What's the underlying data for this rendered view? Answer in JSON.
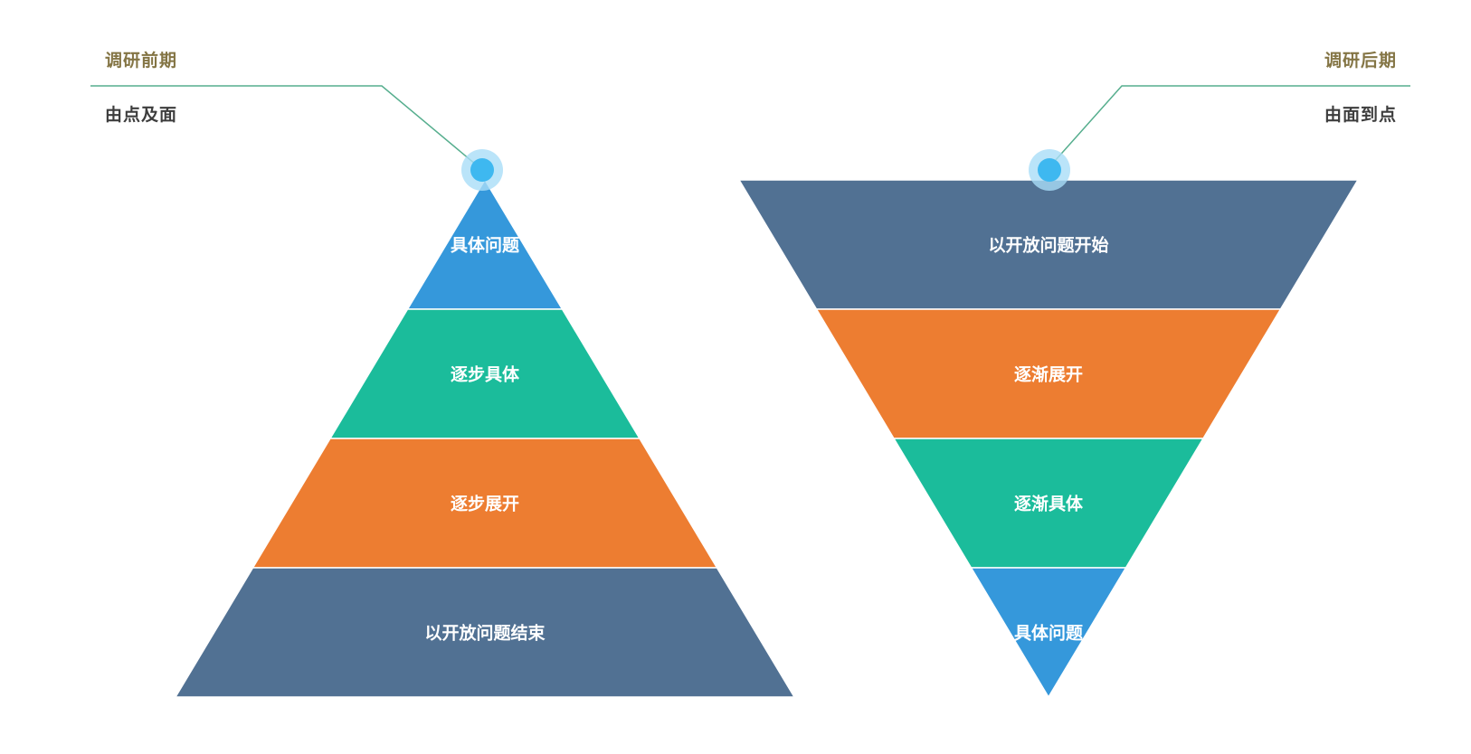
{
  "left": {
    "title": "调研前期",
    "subtitle": "由点及面",
    "layers": [
      {
        "label": "具体问题",
        "color": "#3598DB"
      },
      {
        "label": "逐步具体",
        "color": "#1BBC9B"
      },
      {
        "label": "逐步展开",
        "color": "#ED7D31"
      },
      {
        "label": "以开放问题结束",
        "color": "#517193"
      }
    ]
  },
  "right": {
    "title": "调研后期",
    "subtitle": "由面到点",
    "layers": [
      {
        "label": "以开放问题开始",
        "color": "#517193"
      },
      {
        "label": "逐渐展开",
        "color": "#ED7D31"
      },
      {
        "label": "逐渐具体",
        "color": "#1BBC9B"
      },
      {
        "label": "具体问题",
        "color": "#3598DB"
      }
    ]
  },
  "colors": {
    "connector_line": "#56AE8E",
    "marker_inner": "#3EB8F0",
    "marker_outer": "#A9DDF7",
    "title_text": "#847545",
    "subtitle_text": "#3D3D3D"
  }
}
